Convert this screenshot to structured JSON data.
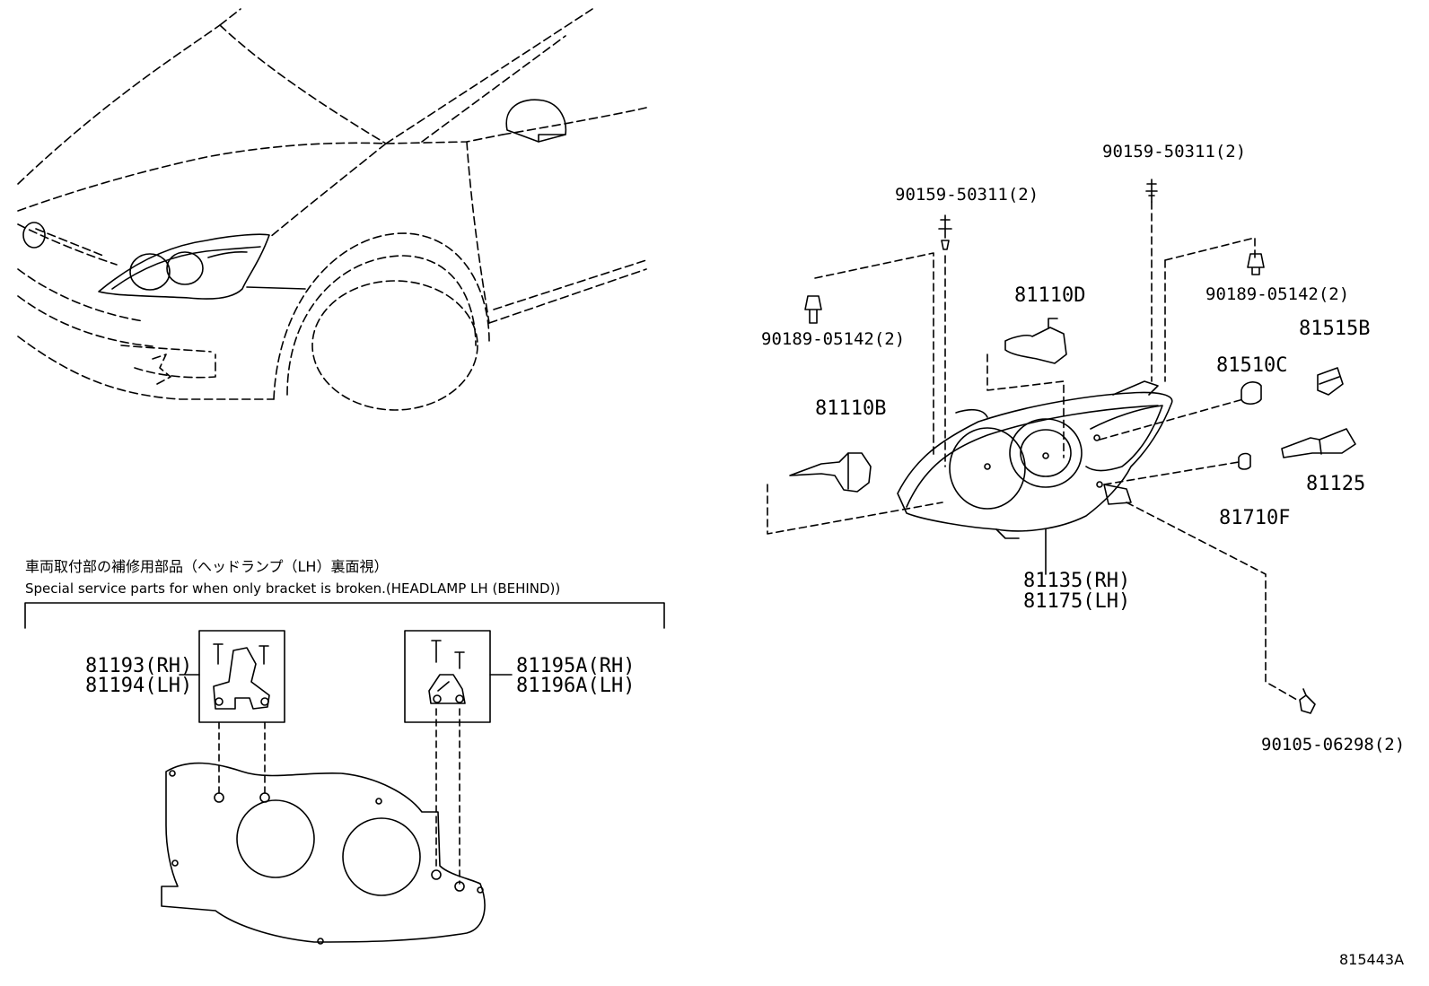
{
  "captions": {
    "jp": "車両取付部の補修用部品（ヘッドランプ（LH）裏面視）",
    "en": "Special service parts for when only bracket is broken.(HEADLAMP LH (BEHIND))"
  },
  "parts": {
    "p90159_left": "90159-50311(2)",
    "p90159_right": "90159-50311(2)",
    "p90189_left": "90189-05142(2)",
    "p90189_right": "90189-05142(2)",
    "p81110D": "81110D",
    "p81110B": "81110B",
    "p81515B": "81515B",
    "p81510C": "81510C",
    "p81125": "81125",
    "p81710F": "81710F",
    "p81135": "81135(RH)",
    "p81175": "81175(LH)",
    "p90105": "90105-06298(2)",
    "p81193": "81193(RH)",
    "p81194": "81194(LH)",
    "p81195A": "81195A(RH)",
    "p81196A": "81196A(LH)"
  },
  "reference_code": "815443A"
}
